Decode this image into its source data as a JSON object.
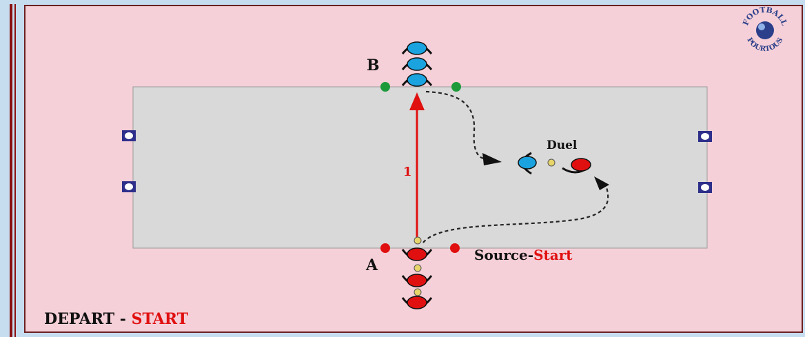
{
  "labels": {
    "group_b": "B",
    "group_a": "A",
    "duel": "Duel",
    "pass_number": "1",
    "source_word": "Source",
    "source_dash": "-",
    "start_word": "Start"
  },
  "footer": {
    "depart": "DEPART",
    "separator": " - ",
    "start": "START"
  },
  "logo": {
    "top_text": "FOOTBALL",
    "bottom_text": "POURTOUS"
  },
  "colors": {
    "background": "#c6dcef",
    "panel": "#f5d0d8",
    "field": "#d9d9d9",
    "team_b": "#1ba3e0",
    "team_a": "#e01010",
    "cone_green": "#1e9a3a",
    "pass_arrow": "#e01010",
    "goal": "#2e2f8a"
  }
}
